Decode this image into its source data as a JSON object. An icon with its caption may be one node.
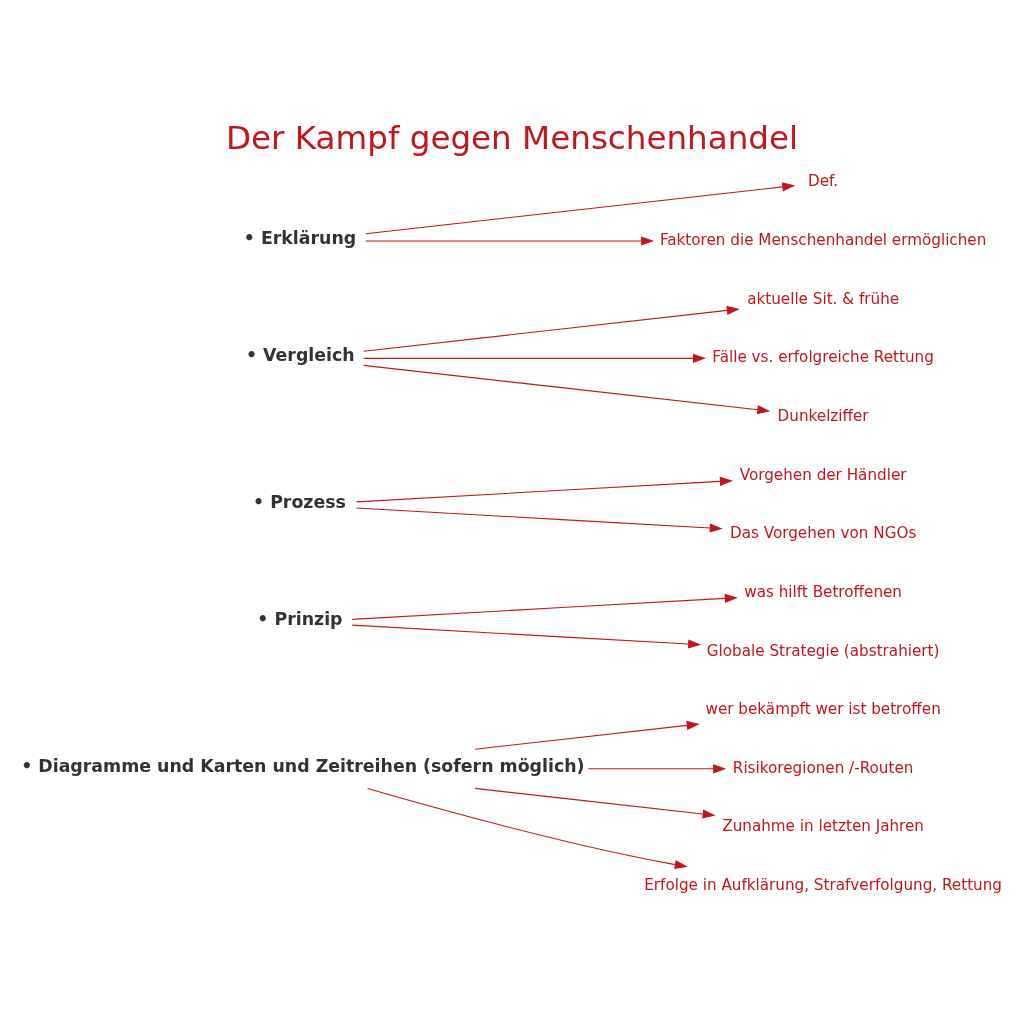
{
  "diagram": {
    "title": "Der Kampf gegen Menschenhandel",
    "nodes": [
      {
        "text": [
          "• Erklärung"
        ]
      },
      {
        "text": [
          "• Vergleich"
        ]
      },
      {
        "text": [
          "• Prozess"
        ]
      },
      {
        "text": [
          "• Prinzip"
        ]
      },
      {
        "text": [
          "• Diagramme und Karten und Zeitreihen (sofern möglich)"
        ]
      },
      {
        "text": [
          "Def."
        ]
      },
      {
        "text": [
          "Faktoren die Menschenhandel ermöglichen"
        ]
      },
      {
        "text": [
          "aktuelle Sit. & frühe"
        ]
      },
      {
        "text": [
          "Fälle vs. erfolgreiche Rettung"
        ]
      },
      {
        "text": [
          "Dunkelziffer"
        ]
      },
      {
        "text": [
          "Vorgehen der Händler"
        ]
      },
      {
        "text": [
          "Das Vorgehen von NGOs"
        ]
      },
      {
        "text": [
          "was hilft Betroffenen"
        ]
      },
      {
        "text": [
          "Globale Strategie (abstrahiert)"
        ]
      },
      {
        "text": [
          "wer bekämpft wer ist betroffen"
        ]
      },
      {
        "text": [
          "Risikoregionen /-Routen"
        ]
      },
      {
        "text": [
          "Zunahme in letzten Jahren"
        ]
      },
      {
        "text": [
          "Erfolge in Aufklärung, Strafverfolgung, Rettung"
        ]
      }
    ],
    "edges": [
      {
        "from": 0,
        "to": 5,
        "arrow": "to"
      },
      {
        "from": 0,
        "to": 6,
        "arrow": "to"
      },
      {
        "from": 1,
        "to": 7,
        "arrow": "to"
      },
      {
        "from": 1,
        "to": 8,
        "arrow": "to"
      },
      {
        "from": 1,
        "to": 9,
        "arrow": "to"
      },
      {
        "from": 2,
        "to": 10,
        "arrow": "to"
      },
      {
        "from": 2,
        "to": 11,
        "arrow": "to"
      },
      {
        "from": 3,
        "to": 12,
        "arrow": "to"
      },
      {
        "from": 3,
        "to": 13,
        "arrow": "to"
      },
      {
        "from": 4,
        "to": 14,
        "arrow": "to"
      },
      {
        "from": 4,
        "to": 15,
        "arrow": "to"
      },
      {
        "from": 4,
        "to": 16,
        "arrow": "to"
      },
      {
        "from": 4,
        "to": 17,
        "arrow": "to"
      }
    ]
  }
}
